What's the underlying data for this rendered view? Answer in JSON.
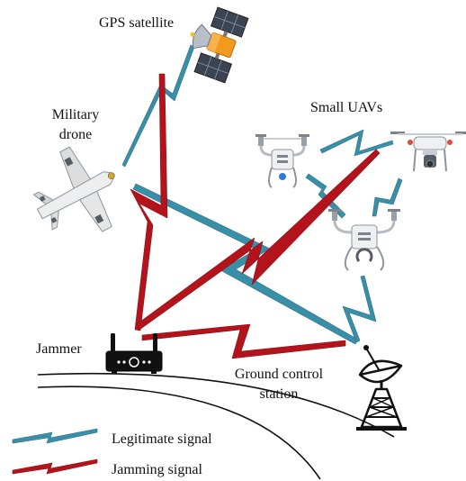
{
  "labels": {
    "gps_satellite": "GPS satellite",
    "military_drone_line1": "Military",
    "military_drone_line2": "drone",
    "small_uavs": "Small UAVs",
    "jammer": "Jammer",
    "ground_station_line1": "Ground control",
    "ground_station_line2": "station"
  },
  "legend": {
    "legitimate": "Legitimate signal",
    "jamming": "Jamming signal"
  },
  "colors": {
    "legitimate": "#3a8fa8",
    "jamming": "#b3141c",
    "drone_body": "#e8e8e8",
    "drone_dark": "#555c66",
    "satellite_panel": "#3b4452",
    "satellite_body": "#f29a1e",
    "ground_line": "#111111"
  },
  "icons": {
    "satellite": "satellite-icon",
    "military_drone": "military-drone-icon",
    "quadcopter": "quadcopter-icon",
    "jammer": "jammer-router-icon",
    "dish": "satellite-dish-icon"
  }
}
